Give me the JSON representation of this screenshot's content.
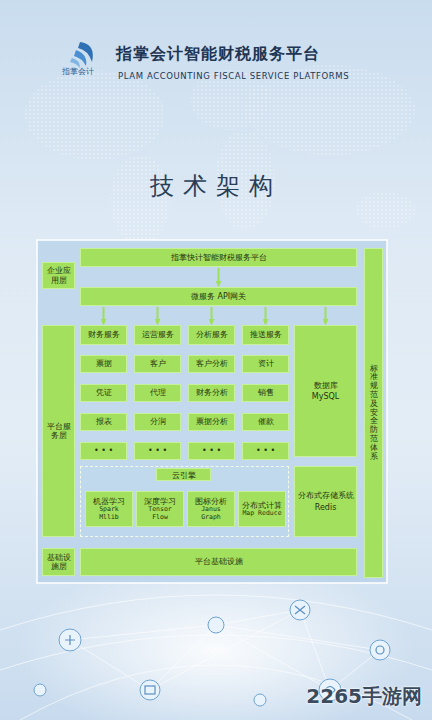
{
  "diagram": {
    "title": "技术架构",
    "nodes": [
      {
        "text": [
          "企业应用层"
        ]
      },
      {
        "text": [
          "指掌快计智能财税服务平台"
        ]
      },
      {
        "text": [
          "微服务 API网关"
        ]
      },
      {
        "text": [
          "平台服务层"
        ]
      },
      {
        "text": [
          "财务服务"
        ]
      },
      {
        "text": [
          "运营服务"
        ]
      },
      {
        "text": [
          "分析服务"
        ]
      },
      {
        "text": [
          "推送服务"
        ]
      },
      {
        "text": [
          "数据库",
          "MySQL"
        ]
      },
      {
        "text": [
          "票据"
        ]
      },
      {
        "text": [
          "客户"
        ]
      },
      {
        "text": [
          "客户分析"
        ]
      },
      {
        "text": [
          "资计"
        ]
      },
      {
        "text": [
          "凭证"
        ]
      },
      {
        "text": [
          "代理"
        ]
      },
      {
        "text": [
          "财务分析"
        ]
      },
      {
        "text": [
          "销售"
        ]
      },
      {
        "text": [
          "报表"
        ]
      },
      {
        "text": [
          "分润"
        ]
      },
      {
        "text": [
          "票据分析"
        ]
      },
      {
        "text": [
          "催款"
        ]
      },
      {
        "text": [
          "• • •"
        ]
      },
      {
        "text": [
          "• • •"
        ]
      },
      {
        "text": [
          "• • •"
        ]
      },
      {
        "text": [
          "• • •"
        ]
      },
      {
        "text": [
          "分布式存储系统",
          "Redis"
        ]
      },
      {
        "text": [
          "云引擎"
        ]
      },
      {
        "text": [
          "机器学习",
          "Spark Mllib"
        ],
        "in": 26
      },
      {
        "text": [
          "深度学习",
          "Tensor Flow"
        ],
        "in": 26
      },
      {
        "text": [
          "图标分析",
          "Janus Graph"
        ],
        "in": 26
      },
      {
        "text": [
          "分布式计算",
          "Map Reduce"
        ],
        "in": 26
      },
      {
        "text": [
          "基础设施层"
        ]
      },
      {
        "text": [
          "平台基础设施"
        ]
      },
      {
        "text": [
          "标准规范及安全防范体系"
        ]
      }
    ],
    "edges": [
      {
        "from": 1,
        "to": 2,
        "arrow": "to"
      },
      {
        "from": 2,
        "to": 4,
        "arrow": "to"
      },
      {
        "from": 2,
        "to": 5,
        "arrow": "to"
      },
      {
        "from": 2,
        "to": 6,
        "arrow": "to"
      },
      {
        "from": 2,
        "to": 7,
        "arrow": "to"
      },
      {
        "from": 2,
        "to": 8,
        "arrow": "to"
      }
    ],
    "labels": [
      "指掌会计",
      "指掌会计智能财税服务平台",
      "PLAM ACCOUNTING FISCAL SERVICE PLATFORMS",
      "2265手游网"
    ]
  }
}
